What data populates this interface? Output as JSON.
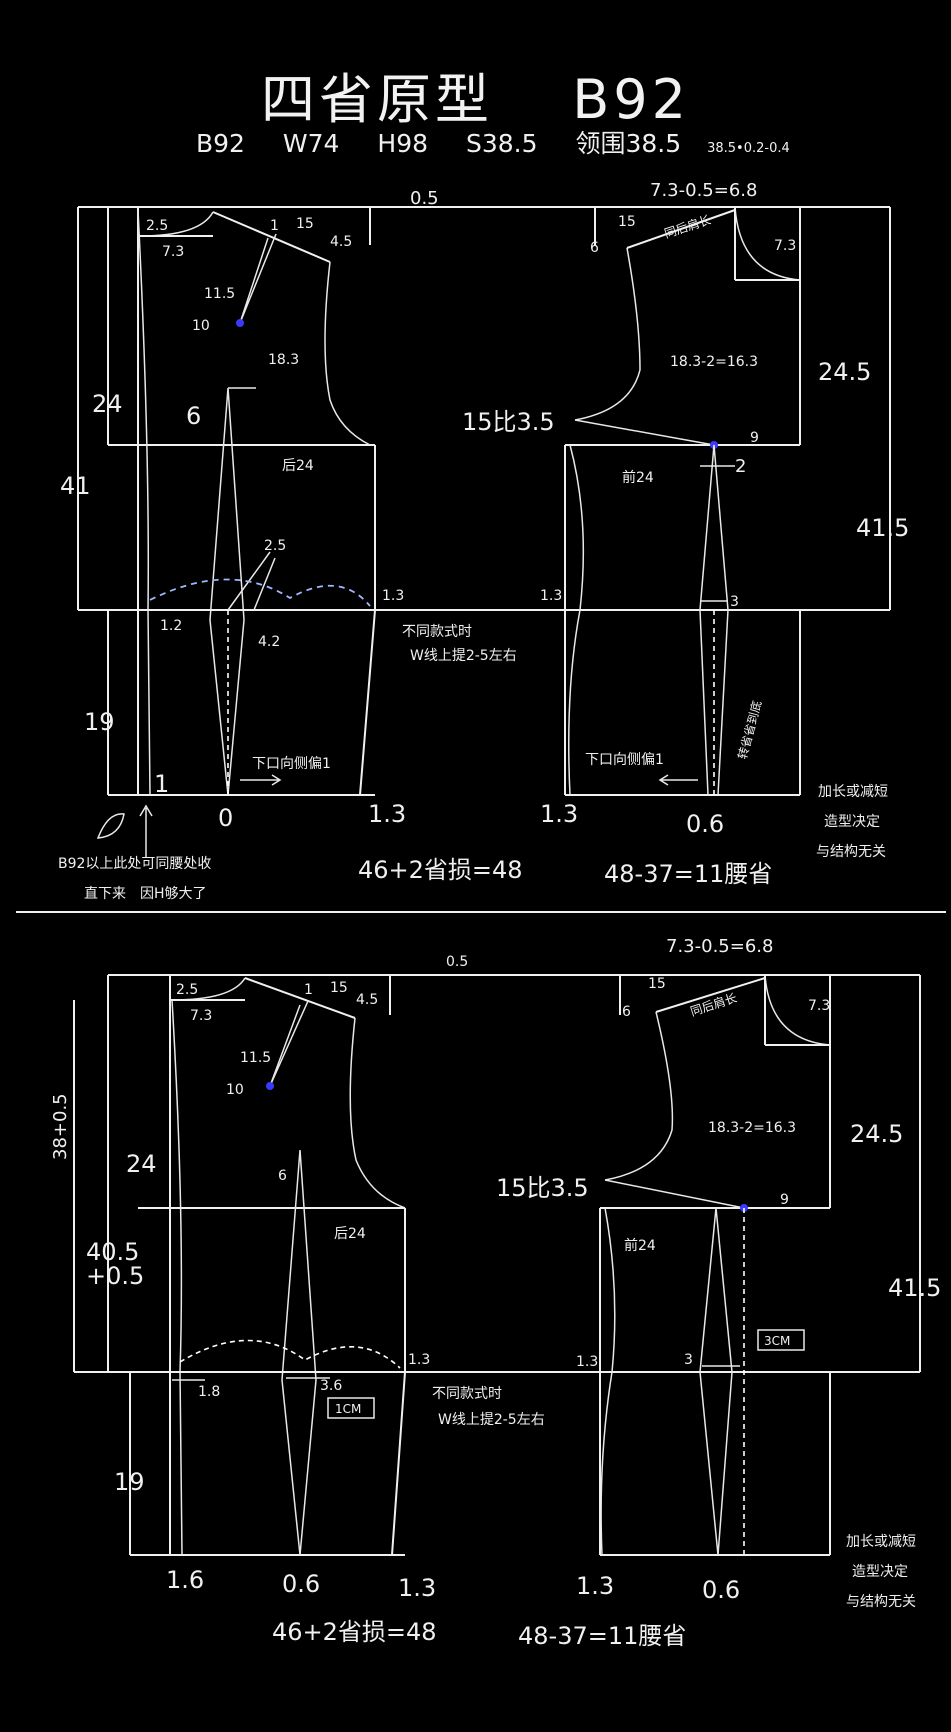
{
  "title": "四省原型　 B92",
  "measures": [
    "B92",
    "W74",
    "H98",
    "S38.5",
    "领围38.5"
  ],
  "measure_note": "38.5•0.2-0.4",
  "top": {
    "shoulder_offset": "0.5",
    "front_shoulder_formula": "7.3-0.5=6.8",
    "back_neck_w": "2.5",
    "back_neck_d": "7.3",
    "back_slope_1": "1",
    "back_shoulder_15": "15",
    "back_shoulder_45": "4.5",
    "dart_11_5": "11.5",
    "dart_10": "10",
    "back_arm_18_3": "18.3",
    "back_24_side": "24",
    "back_dart_6": "6",
    "back_width": "后24",
    "back_41": "41",
    "waist_dart_25": "2.5",
    "side_13_back": "1.3",
    "side_12": "1.2",
    "side_42": "4.2",
    "back_19": "19",
    "back_hem_1": "1",
    "back_hem_0": "0",
    "back_hem_13": "1.3",
    "note_style": "不同款式时",
    "note_waist": "W线上提2-5左右",
    "hem_shift_back": "下口向侧偏1",
    "hem_shift_front": "下口向侧偏1",
    "back_note_1": "B92以上此处可同腰处收",
    "back_note_2": "直下来　因H够大了",
    "front_6": "6",
    "front_15": "15",
    "front_same_back": "同后肩长",
    "front_73": "7.3",
    "front_arm_formula": "18.3-2=16.3",
    "front_245": "24.5",
    "front_15_35": "15比3.5",
    "front_9": "9",
    "front_width": "前24",
    "front_2": "2",
    "front_415": "41.5",
    "front_side_13": "1.3",
    "front_3": "3",
    "front_dart_note": "转省省到底",
    "front_hem_13": "1.3",
    "front_hem_06": "0.6",
    "length_note_1": "加长或减短",
    "length_note_2": "造型决定",
    "length_note_3": "与结构无关",
    "formula_back": "46+2省损=48",
    "formula_front": "48-37=11腰省"
  },
  "bottom": {
    "shoulder_offset": "0.5",
    "front_shoulder_formula": "7.3-0.5=6.8",
    "back_neck_w": "2.5",
    "back_neck_d": "7.3",
    "back_slope_1": "1",
    "back_shoulder_15": "15",
    "back_shoulder_45": "4.5",
    "dart_11_5": "11.5",
    "dart_10": "10",
    "back_385": "38+0.5",
    "back_24_side": "24",
    "back_dart_6": "6",
    "back_width": "后24",
    "back_405": "40.5",
    "back_405b": "+0.5",
    "side_13_back": "1.3",
    "side_18": "1.8",
    "side_36": "3.6",
    "box_1cm": "1CM",
    "back_19": "19",
    "back_hem_16": "1.6",
    "back_hem_06": "0.6",
    "back_hem_13": "1.3",
    "note_style": "不同款式时",
    "note_waist": "W线上提2-5左右",
    "front_6": "6",
    "front_15": "15",
    "front_same_back": "同后肩长",
    "front_73": "7.3",
    "front_arm_formula": "18.3-2=16.3",
    "front_245": "24.5",
    "front_15_35": "15比3.5",
    "front_9": "9",
    "front_width": "前24",
    "front_415": "41.5",
    "front_side_13": "1.3",
    "front_3": "3",
    "box_3cm": "3CM",
    "front_hem_13": "1.3",
    "front_hem_06": "0.6",
    "length_note_1": "加长或减短",
    "length_note_2": "造型决定",
    "length_note_3": "与结构无关",
    "formula_back": "46+2省损=48",
    "formula_front": "48-37=11腰省"
  },
  "colors": {
    "background": "#000000",
    "line": "#f0f0f0",
    "point": "#3a3aff"
  }
}
